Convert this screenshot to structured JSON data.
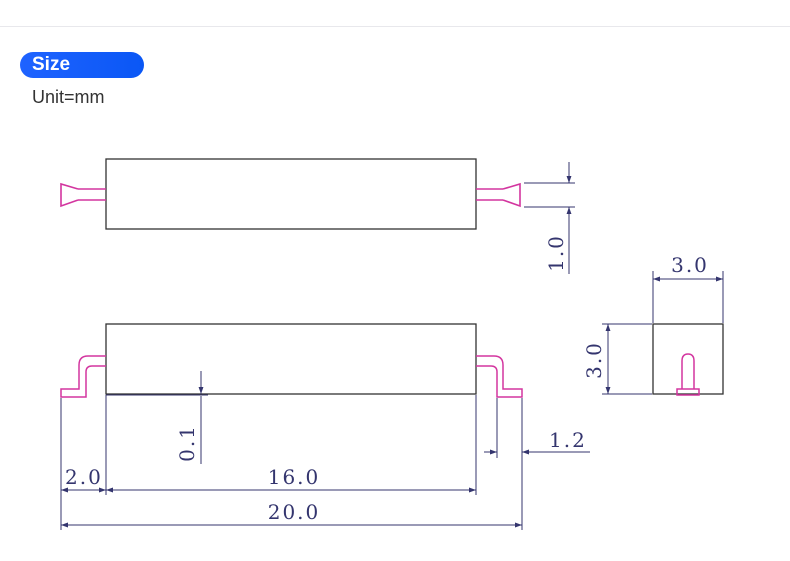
{
  "header": {
    "badge": "Size",
    "unit": "Unit=mm"
  },
  "colors": {
    "outline": "#333333",
    "dimension": "#34356e",
    "lead": "#d3359f",
    "badge": "#1f63ff"
  },
  "dimensions": {
    "lead_thickness": "1.0",
    "width": "3.0",
    "height": "3.0",
    "standoff": "0.1",
    "lead_length": "1.2",
    "pad_offset": "2.0",
    "body_length": "16.0",
    "total_length": "20.0"
  }
}
